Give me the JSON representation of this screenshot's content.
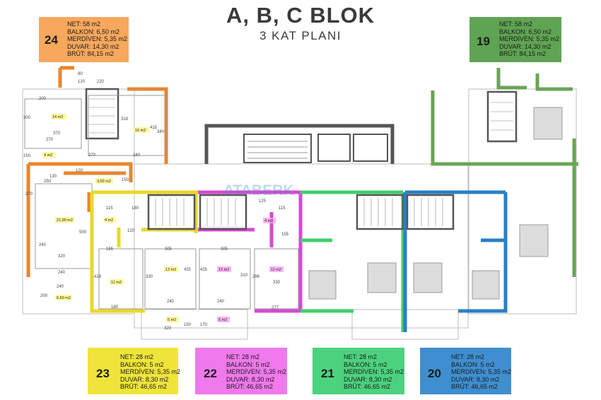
{
  "header": {
    "title": "A, B, C BLOK",
    "subtitle": "3 KAT PLANI"
  },
  "colors": {
    "apt24": "#f7a85d",
    "apt19": "#5fa452",
    "apt23": "#efe43a",
    "apt22": "#f079ec",
    "apt21": "#4cd27d",
    "apt20": "#3f8fd0",
    "wall_orange": "#e8862f",
    "wall_green": "#6aa55a",
    "wall_yellow": "#e8d82a",
    "wall_magenta": "#d54ad3",
    "wall_lightgreen": "#3fcf6a",
    "wall_blue": "#2a7fc4",
    "wall_core": "#555555"
  },
  "apartments": [
    {
      "id": "24",
      "number": "24",
      "lines": [
        "NET: 58 m2",
        "BALKON: 6,50 m2",
        "MERDİVEN: 5,35 m2",
        "DUVAR: 14,30 m2",
        "BRÜT: 84,15 m2"
      ]
    },
    {
      "id": "19",
      "number": "19",
      "lines": [
        "NET: 58 m2",
        "BALKON: 6,50 m2",
        "MERDİVEN: 5,35 m2",
        "DUVAR: 14,30 m2",
        "BRÜT: 84,15 m2"
      ]
    },
    {
      "id": "23",
      "number": "23",
      "lines": [
        "NET: 28 m2",
        "BALKON: 5 m2",
        "MERDİVEN: 5,35 m2",
        "DUVAR: 8,30 m2",
        "BRÜT: 46,65 m2"
      ]
    },
    {
      "id": "22",
      "number": "22",
      "lines": [
        "NET: 28 m2",
        "BALKON: 5 m2",
        "MERDİVEN: 5,35 m2",
        "DUVAR: 8,30 m2",
        "BRÜT: 46,65 m2"
      ]
    },
    {
      "id": "21",
      "number": "21",
      "lines": [
        "NET: 28 m2",
        "BALKON: 5 m2",
        "MERDİVEN: 5,35 m2",
        "DUVAR: 8,30 m2",
        "BRÜT: 46,65 m2"
      ]
    },
    {
      "id": "20",
      "number": "20",
      "lines": [
        "NET: 28 m2",
        "BALKON: 5 m2",
        "MERDİVEN: 5,35 m2",
        "DUVAR: 8,30 m2",
        "BRÜT: 46,65 m2"
      ]
    }
  ],
  "plan": {
    "watermark": "ATABERK",
    "area_labels": {
      "a24_room1": "14 m2",
      "a24_room2": "10 m2",
      "a24_wc": "4 m2",
      "a24_hall": "3,50 m2",
      "a24_living": "21,90 m2",
      "a24_balcony": "6,50 m2",
      "a23_wc": "4 m2",
      "a23_room": "13 m2",
      "a23_living": "11 m2",
      "a23_balcony": "5 m2",
      "a22_wc": "4 m2",
      "a22_room": "13 m2",
      "a22_living": "11 m2",
      "a22_balcony": "5 m2"
    },
    "dims": {
      "d80a": "80",
      "d120": "120",
      "d220": "220",
      "d200": "200",
      "d300": "300",
      "d370": "370",
      "d270a": "270",
      "d318": "318",
      "d415": "415",
      "d340": "340",
      "d150a": "150",
      "d270b": "270",
      "d240a": "240",
      "d130": "130",
      "d120b": "120",
      "d250": "250",
      "d150b": "150",
      "d270c": "270",
      "d500": "500",
      "d240b": "240",
      "d320a": "320",
      "d240c": "240",
      "d240d": "240",
      "d200b": "200",
      "d180": "180",
      "d115a": "115",
      "d155a": "155",
      "d120c": "120",
      "d305a": "305",
      "d425a": "425",
      "d418": "418",
      "d180b": "180",
      "d330": "330",
      "d240e": "240",
      "d320b": "320",
      "d150c": "150",
      "d305b": "305",
      "d425b": "425",
      "d310": "310",
      "d170": "170",
      "d240f": "240",
      "d115b": "115",
      "d155b": "155",
      "d296": "296",
      "d330b": "330",
      "d277": "277",
      "d125": "125"
    }
  }
}
